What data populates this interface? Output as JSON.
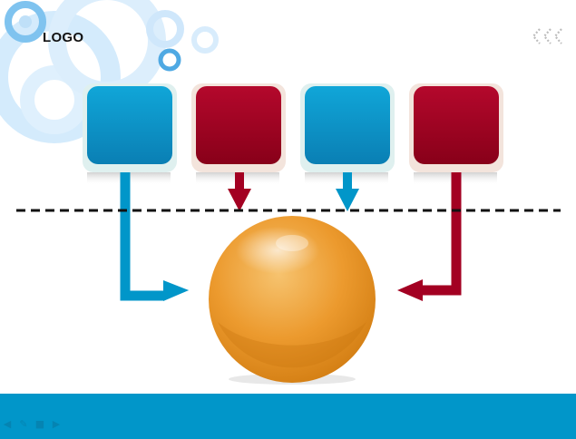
{
  "slide": {
    "logo_text": "LOGO"
  },
  "colors": {
    "blue": "#0196c9",
    "blue_dark": "#0a76a8",
    "red": "#a30022",
    "red_dark": "#820018",
    "orange": "#ec9a2e",
    "ring_light": "#cfe8fb",
    "bottom_bar": "#0196c9"
  },
  "diagram": {
    "boxes": [
      {
        "id": "box-1",
        "color": "blue",
        "label": ""
      },
      {
        "id": "box-2",
        "color": "red",
        "label": ""
      },
      {
        "id": "box-3",
        "color": "blue",
        "label": ""
      },
      {
        "id": "box-4",
        "color": "red",
        "label": ""
      }
    ],
    "center_shape": "orange-sphere",
    "divider": "dashed-line"
  },
  "toolbar": {
    "icons": [
      "arrow-left-icon",
      "pen-icon",
      "screen-icon",
      "arrow-right-icon"
    ]
  }
}
